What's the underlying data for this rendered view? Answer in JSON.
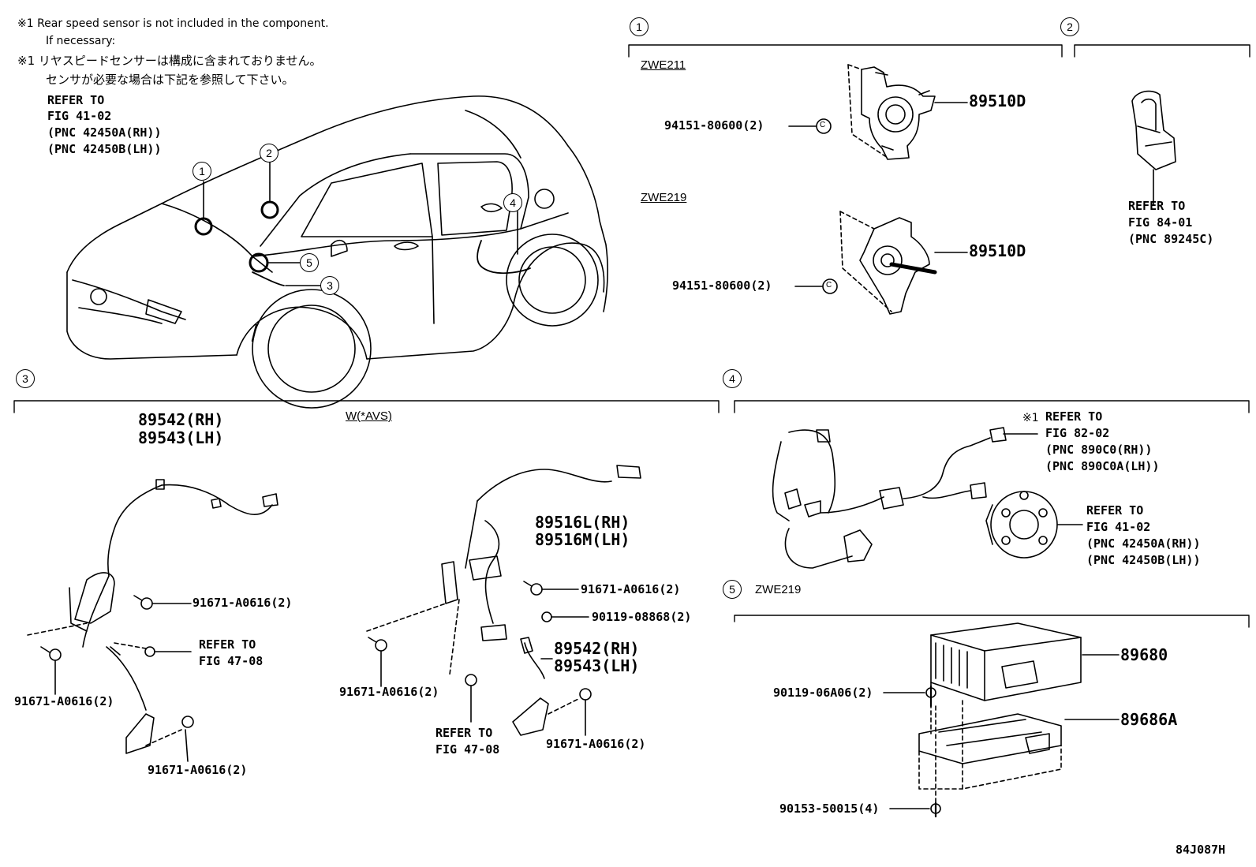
{
  "notes": {
    "en_line1": "※1 Rear speed sensor is not included in the component.",
    "en_line2": "If necessary:",
    "jp_line1": "※1 リヤスピードセンサーは構成に含まれておりません。",
    "jp_line2": "センサが必要な場合は下記を参照して下さい。",
    "refer1": "REFER TO",
    "refer2": "FIG 41-02",
    "refer3": "(PNC 42450A(RH))",
    "refer4": "(PNC 42450B(LH))"
  },
  "callouts": [
    "1",
    "2",
    "3",
    "4",
    "5"
  ],
  "section1": {
    "callout": "1",
    "variant_a": "ZWE211",
    "variant_b": "ZWE219",
    "part_main_a": "89510D",
    "part_main_b": "89510D",
    "nut_a": "94151-80600(2)",
    "nut_b": "94151-80600(2)",
    "nut_icon": "C"
  },
  "section2": {
    "callout": "2",
    "refer1": "REFER TO",
    "refer2": "FIG 84-01",
    "refer3": "(PNC 89245C)"
  },
  "section3": {
    "callout": "3",
    "variant": "W(*AVS)",
    "left_harness_rh": "89542(RH)",
    "left_harness_lh": "89543(LH)",
    "bolt_right": "91671-A0616(2)",
    "bolt_left": "91671-A0616(2)",
    "bolt_bottom": "91671-A0616(2)",
    "refer_a1": "REFER TO",
    "refer_a2": "FIG 47-08",
    "right_harness_rh": "89516L(RH)",
    "right_harness_lh": "89516M(LH)",
    "right_bolt_top": "91671-A0616(2)",
    "right_clip": "90119-08868(2)",
    "right_sensor_rh": "89542(RH)",
    "right_sensor_lh": "89543(LH)",
    "right_bolt_left": "91671-A0616(2)",
    "refer_b1": "REFER TO",
    "refer_b2": "FIG 47-08",
    "right_bolt_bottom": "91671-A0616(2)"
  },
  "section4": {
    "callout": "4",
    "note_mark": "※1",
    "refer_a1": "REFER TO",
    "refer_a2": "FIG 82-02",
    "refer_a3": "(PNC 890C0(RH))",
    "refer_a4": "(PNC 890C0A(LH))",
    "refer_b1": "REFER TO",
    "refer_b2": "FIG 41-02",
    "refer_b3": "(PNC 42450A(RH))",
    "refer_b4": "(PNC 42450B(LH))"
  },
  "section5": {
    "callout": "5",
    "variant": "ZWE219",
    "ecu": "89680",
    "bracket": "89686A",
    "clip": "90119-06A06(2)",
    "screw": "90153-50015(4)"
  },
  "drawing_code": "84J087H"
}
